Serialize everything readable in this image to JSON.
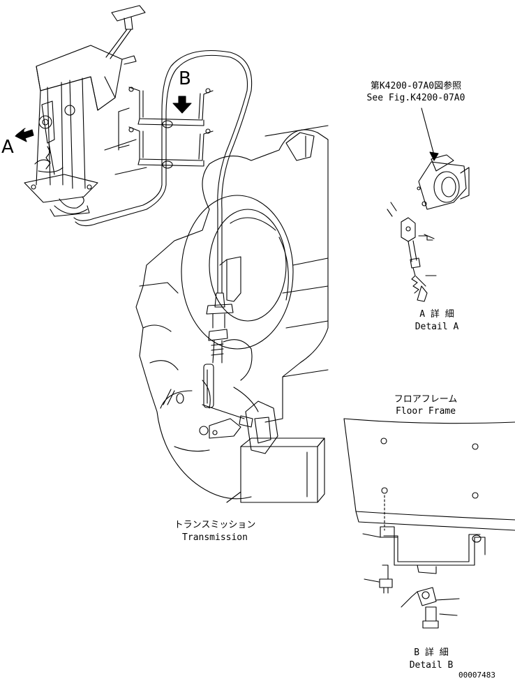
{
  "labels": {
    "view_a": "A",
    "view_b": "B",
    "see_fig_jp": "第K4200-07A0図参照",
    "see_fig_en": "See Fig.K4200-07A0",
    "detail_a_jp": "A 詳 細",
    "detail_a_en": "Detail A",
    "floor_frame_jp": "フロアフレーム",
    "floor_frame_en": "Floor Frame",
    "transmission_jp": "トランスミッション",
    "transmission_en": "Transmission",
    "detail_b_jp": "B 詳 細",
    "detail_b_en": "Detail B",
    "drawing_no": "00007483"
  },
  "colors": {
    "line": "#000000",
    "background": "#ffffff"
  }
}
